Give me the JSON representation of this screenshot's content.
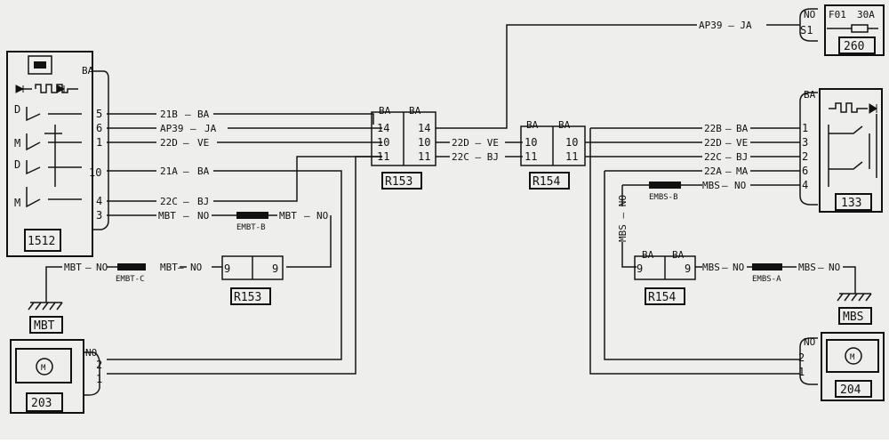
{
  "components": {
    "c1512": {
      "label": "1512",
      "pins": [
        "5",
        "6",
        "1",
        "10",
        "4",
        "3"
      ],
      "tag": "BA",
      "sw_labels": [
        "D",
        "M",
        "D",
        "M"
      ]
    },
    "c203": {
      "label": "203",
      "pins": [
        "2",
        "1"
      ],
      "tag": "NO"
    },
    "c204": {
      "label": "204",
      "pins": [
        "2",
        "1"
      ],
      "tag": "NO"
    },
    "c133": {
      "label": "133",
      "pins": [
        "1",
        "3",
        "2",
        "6",
        "4"
      ],
      "tag": "BA"
    },
    "c260": {
      "label": "260",
      "fuse": "F01",
      "rating": "30A",
      "pin": "S1",
      "tag": "NO"
    }
  },
  "connectors": {
    "r153_main": {
      "label": "R153",
      "tag_l": "BA",
      "tag_r": "BA",
      "pins_l": [
        "14",
        "10",
        "11"
      ],
      "pins_r": [
        "14",
        "10",
        "11"
      ]
    },
    "r154_main": {
      "label": "R154",
      "tag_l": "BA",
      "tag_r": "BA",
      "pins_l": [
        "10",
        "11"
      ],
      "pins_r": [
        "10",
        "11"
      ]
    },
    "r153_gnd": {
      "label": "R153",
      "pin_l": "9",
      "pin_r": "9"
    },
    "r154_gnd": {
      "label": "R154",
      "tag_l": "BA",
      "tag_r": "BA",
      "pin_l": "9",
      "pin_r": "9"
    }
  },
  "grounds": {
    "mbt": "MBT",
    "mbs": "MBS"
  },
  "splices": {
    "embt_b": "EMBT-B",
    "embt_c": "EMBT-C",
    "embs_b": "EMBS-B",
    "embs_a": "EMBS-A"
  },
  "wires": {
    "w_21b": "21B",
    "w_ap39": "AP39",
    "w_22d": "22D",
    "w_21a": "21A",
    "w_22c": "22C",
    "w_22b": "22B",
    "w_22a": "22A",
    "w_mbt": "MBT",
    "w_mbs": "MBS",
    "w_ap39_top": "AP39 — JA",
    "w_22d_mid": "22D — VE",
    "w_22c_mid": "22C — BJ",
    "w_mbs_vert": "MBS — NO"
  },
  "colors": {
    "BA": "BA",
    "JA": "JA",
    "VE": "VE",
    "BJ": "BJ",
    "MA": "MA",
    "NO": "NO"
  }
}
